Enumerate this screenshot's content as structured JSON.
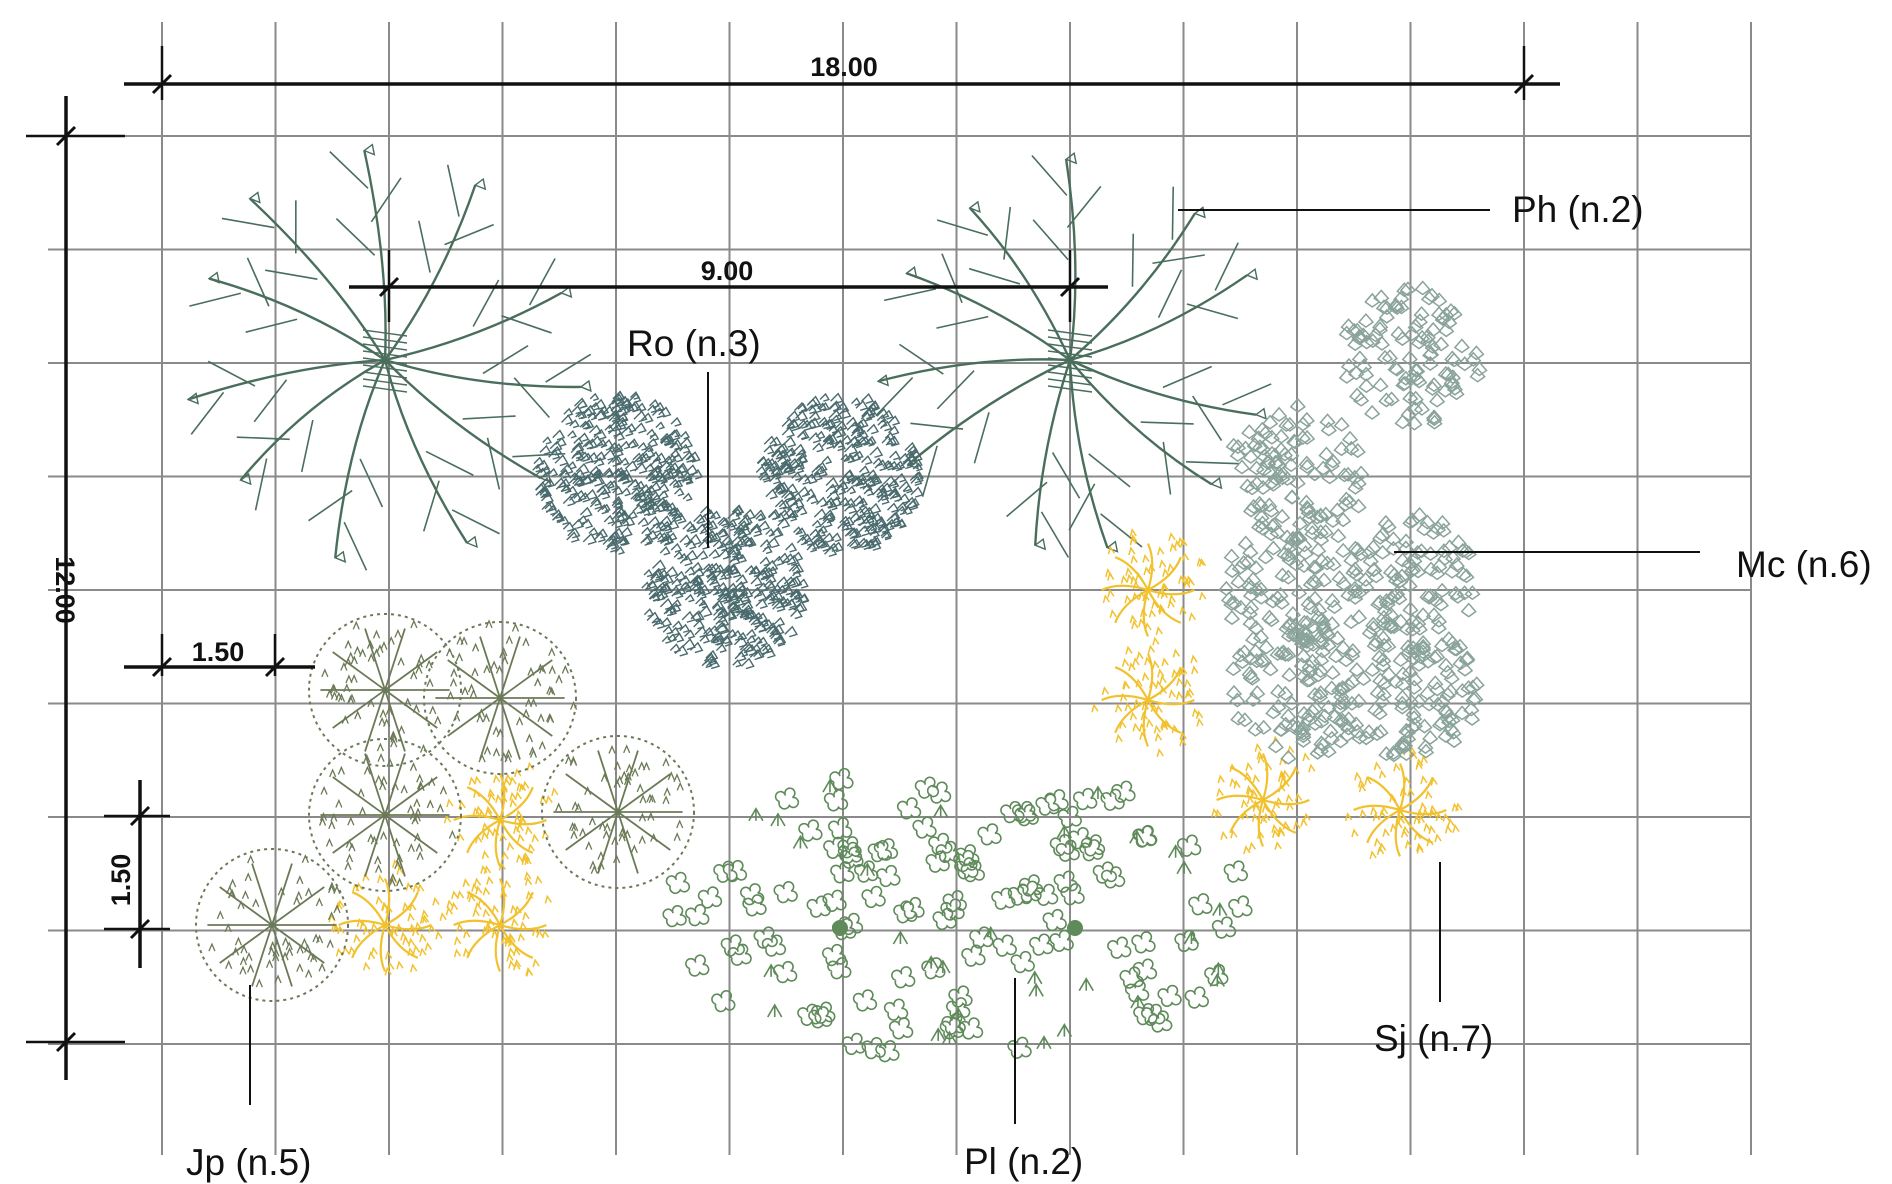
{
  "dimensions": {
    "overall_width": "18.00",
    "overall_height": "12.00",
    "tree_spacing": "9.00",
    "grid_horizontal": "1.50",
    "grid_vertical": "1.50"
  },
  "plants": {
    "ph": {
      "label": "Ph (n.2)",
      "color": "#4a6e5c"
    },
    "ro": {
      "label": "Ro (n.3)",
      "color": "#4a6b6e"
    },
    "mc": {
      "label": "Mc (n.6)",
      "color": "#8aa39b"
    },
    "sj": {
      "label": "Sj (n.7)",
      "color": "#f2c12e"
    },
    "jp": {
      "label": "Jp (n.5)",
      "color": "#6b7a56"
    },
    "pl": {
      "label": "Pl (n.2)",
      "color": "#5f8a5a"
    }
  },
  "colors": {
    "grid": "#8a8a8a",
    "dimension": "#111111"
  }
}
